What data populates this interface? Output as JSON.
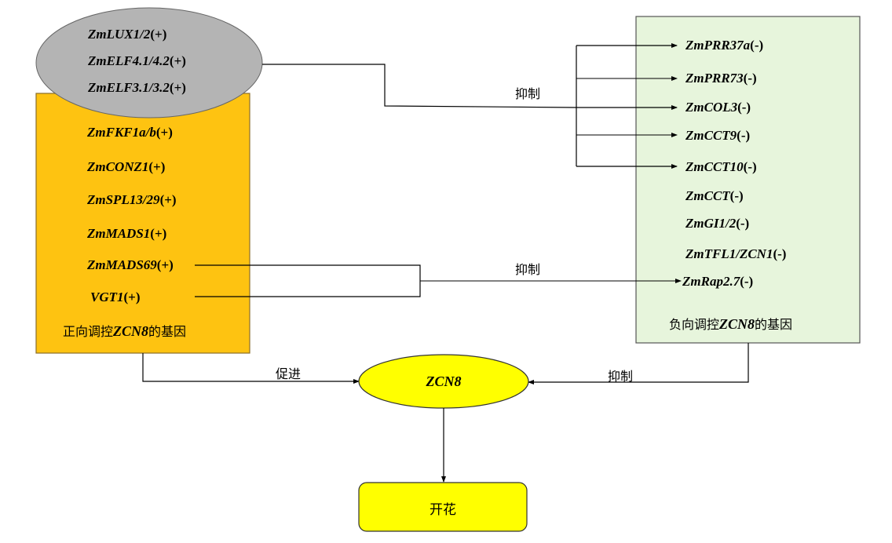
{
  "colors": {
    "positive_box": "#fec311",
    "negative_box": "#e7f5dc",
    "evening_complex": "#b4b4b4",
    "zcn8": "#ffff00",
    "flowering": "#ffff00",
    "line": "#000000"
  },
  "evening_complex": {
    "genes": [
      {
        "name": "ZmLUX1/2",
        "sign": "(+)"
      },
      {
        "name": "ZmELF4.1/4.2",
        "sign": "(+)"
      },
      {
        "name": "ZmELF3.1/3.2",
        "sign": "(+)"
      }
    ]
  },
  "positive_box": {
    "genes": [
      {
        "name": "ZmFKF1a/b",
        "sign": "(+)"
      },
      {
        "name": "ZmCONZ1",
        "sign": "(+)"
      },
      {
        "name": "ZmSPL13/29",
        "sign": "(+)"
      },
      {
        "name": "ZmMADS1",
        "sign": "(+)"
      },
      {
        "name": "ZmMADS69",
        "sign": "(+)"
      },
      {
        "name": "VGT1",
        "sign": "(+)"
      }
    ],
    "caption_pre": "正向调控",
    "caption_gene": "ZCN8",
    "caption_post": "的基因"
  },
  "negative_box": {
    "genes": [
      {
        "name": "ZmPRR37a",
        "sign": "(-)"
      },
      {
        "name": "ZmPRR73",
        "sign": "(-)"
      },
      {
        "name": "ZmCOL3",
        "sign": "(-)"
      },
      {
        "name": "ZmCCT9",
        "sign": "(-)"
      },
      {
        "name": "ZmCCT10",
        "sign": "(-)"
      },
      {
        "name": "ZmCCT",
        "sign": "(-)"
      },
      {
        "name": "ZmGI1/2",
        "sign": "(-)"
      },
      {
        "name": "ZmTFL1/ZCN1",
        "sign": "(-)"
      },
      {
        "name": "ZmRap2.7",
        "sign": "(-)"
      }
    ],
    "caption_pre": "负向调控",
    "caption_gene": "ZCN8",
    "caption_post": "的基因"
  },
  "edges": {
    "ec_inhibits": "抑制",
    "mads_inhibits": "抑制",
    "promotes": "促进",
    "negative_inhibits": "抑制"
  },
  "zcn8": {
    "label": "ZCN8"
  },
  "flowering": {
    "label": "开花"
  }
}
